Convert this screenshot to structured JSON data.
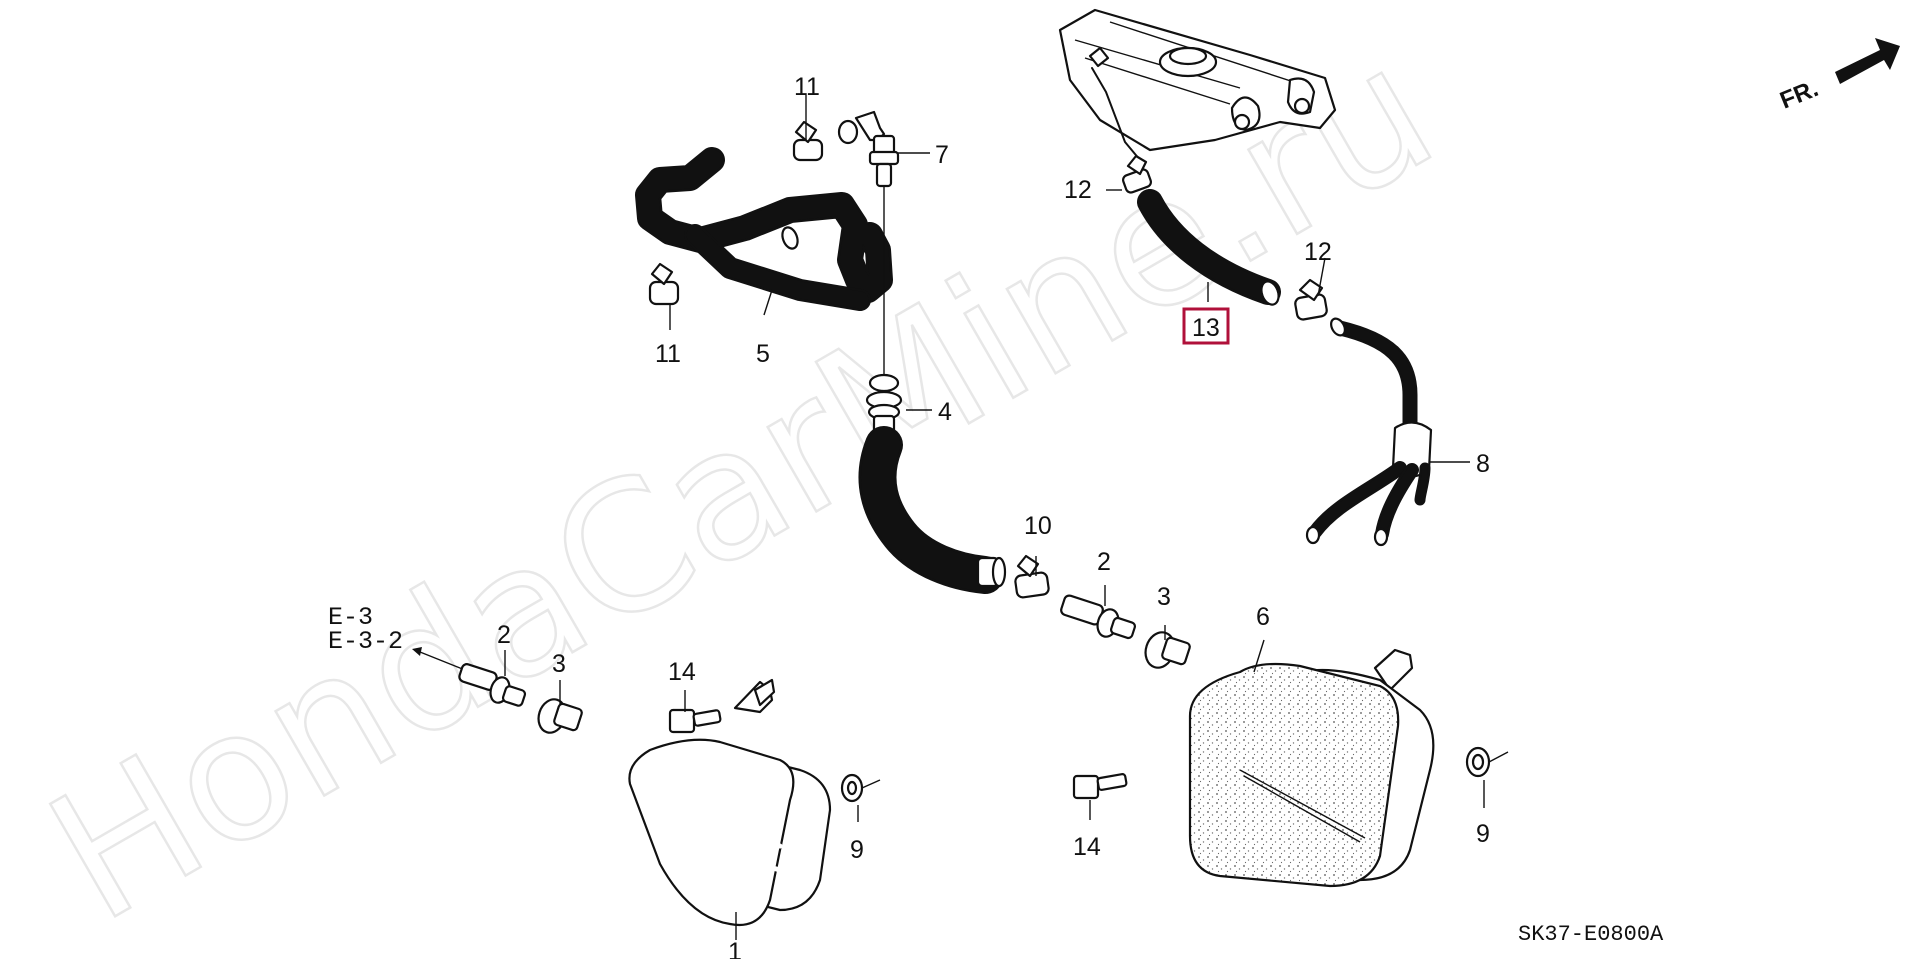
{
  "watermark": "HondaCarMine.ru",
  "diagram_code": "SK37-E0800A",
  "front_arrow_label": "FR.",
  "reference": {
    "line1": "E-3",
    "line2": "E-3-2"
  },
  "highlighted_callout": "13",
  "callouts": {
    "c1": "1",
    "c2a": "2",
    "c2b": "2",
    "c3a": "3",
    "c3b": "3",
    "c4": "4",
    "c5": "5",
    "c6": "6",
    "c7": "7",
    "c8": "8",
    "c9a": "9",
    "c9b": "9",
    "c10": "10",
    "c11a": "11",
    "c11b": "11",
    "c12a": "12",
    "c12b": "12",
    "c13": "13",
    "c14a": "14",
    "c14b": "14"
  }
}
